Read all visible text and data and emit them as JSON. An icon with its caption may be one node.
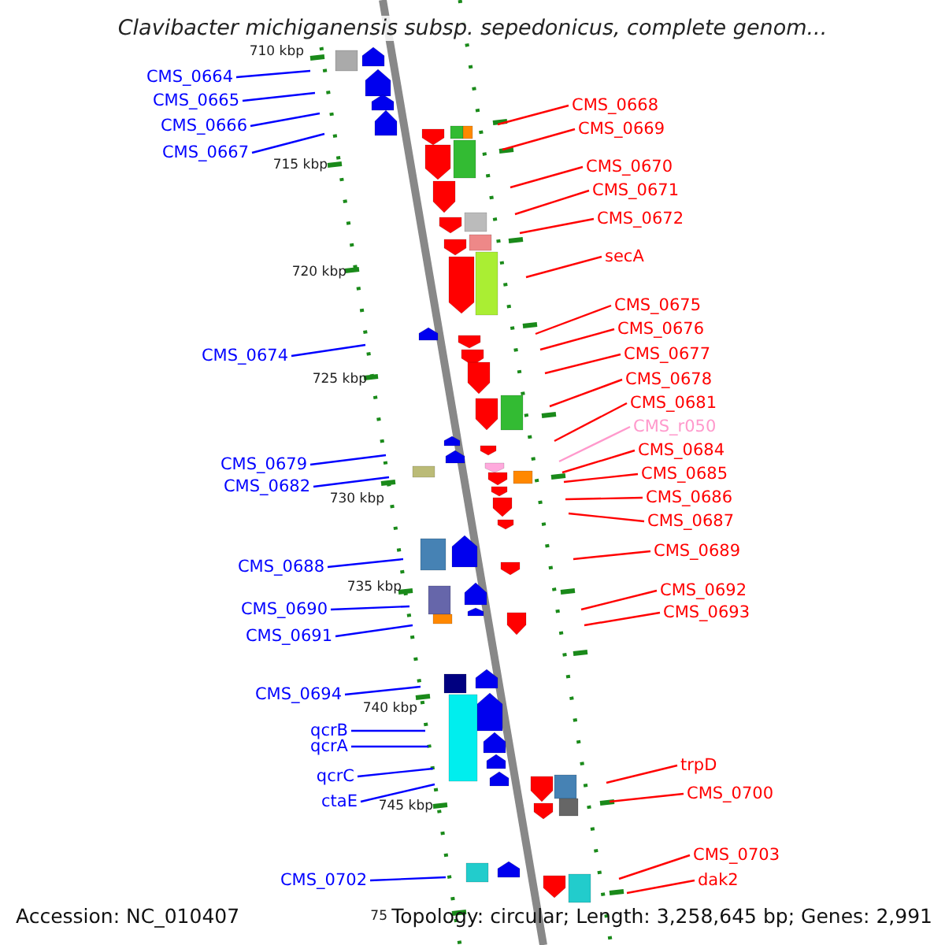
{
  "diagram": {
    "title": "Clavibacter michiganensis subsp. sepedonicus, complete genom...",
    "nodes": [
      {
        "text": [
          "CMS_0664"
        ]
      },
      {
        "text": [
          "CMS_0665"
        ]
      },
      {
        "text": [
          "CMS_0666"
        ]
      },
      {
        "text": [
          "CMS_0667"
        ]
      },
      {
        "text": [
          "CMS_0674"
        ]
      },
      {
        "text": [
          "CMS_0679"
        ]
      },
      {
        "text": [
          "CMS_0682"
        ]
      },
      {
        "text": [
          "CMS_0688"
        ]
      },
      {
        "text": [
          "CMS_0690"
        ]
      },
      {
        "text": [
          "CMS_0691"
        ]
      },
      {
        "text": [
          "CMS_0694"
        ]
      },
      {
        "text": [
          "qcrB"
        ]
      },
      {
        "text": [
          "qcrA"
        ]
      },
      {
        "text": [
          "qcrC"
        ]
      },
      {
        "text": [
          "ctaE"
        ]
      },
      {
        "text": [
          "CMS_0702"
        ]
      },
      {
        "text": [
          "CMS_0668"
        ]
      },
      {
        "text": [
          "CMS_0669"
        ]
      },
      {
        "text": [
          "CMS_0670"
        ]
      },
      {
        "text": [
          "CMS_0671"
        ]
      },
      {
        "text": [
          "CMS_0672"
        ]
      },
      {
        "text": [
          "secA"
        ]
      },
      {
        "text": [
          "CMS_0675"
        ]
      },
      {
        "text": [
          "CMS_0676"
        ]
      },
      {
        "text": [
          "CMS_0677"
        ]
      },
      {
        "text": [
          "CMS_0678"
        ]
      },
      {
        "text": [
          "CMS_0681"
        ]
      },
      {
        "text": [
          "CMS_r050"
        ]
      },
      {
        "text": [
          "CMS_0684"
        ]
      },
      {
        "text": [
          "CMS_0685"
        ]
      },
      {
        "text": [
          "CMS_0686"
        ]
      },
      {
        "text": [
          "CMS_0687"
        ]
      },
      {
        "text": [
          "CMS_0689"
        ]
      },
      {
        "text": [
          "CMS_0692"
        ]
      },
      {
        "text": [
          "CMS_0693"
        ]
      },
      {
        "text": [
          "trpD"
        ]
      },
      {
        "text": [
          "CMS_0700"
        ]
      },
      {
        "text": [
          "CMS_0703"
        ]
      },
      {
        "text": [
          "dak2"
        ]
      }
    ],
    "edges": [
      {
        "from": 0,
        "to": null,
        "arrow": "none",
        "color": "#0000ff"
      },
      {
        "from": 1,
        "to": null,
        "arrow": "none",
        "color": "#0000ff"
      },
      {
        "from": 2,
        "to": null,
        "arrow": "none",
        "color": "#0000ff"
      },
      {
        "from": 3,
        "to": null,
        "arrow": "none",
        "color": "#0000ff"
      },
      {
        "from": 4,
        "to": null,
        "arrow": "none",
        "color": "#0000ff"
      },
      {
        "from": 5,
        "to": null,
        "arrow": "none",
        "color": "#0000ff"
      },
      {
        "from": 6,
        "to": null,
        "arrow": "none",
        "color": "#0000ff"
      },
      {
        "from": 7,
        "to": null,
        "arrow": "none",
        "color": "#0000ff"
      },
      {
        "from": 8,
        "to": null,
        "arrow": "none",
        "color": "#0000ff"
      },
      {
        "from": 9,
        "to": null,
        "arrow": "none",
        "color": "#0000ff"
      },
      {
        "from": 10,
        "to": null,
        "arrow": "none",
        "color": "#0000ff"
      },
      {
        "from": 11,
        "to": null,
        "arrow": "none",
        "color": "#0000ff"
      },
      {
        "from": 12,
        "to": null,
        "arrow": "none",
        "color": "#0000ff"
      },
      {
        "from": 13,
        "to": null,
        "arrow": "none",
        "color": "#0000ff"
      },
      {
        "from": 14,
        "to": null,
        "arrow": "none",
        "color": "#0000ff"
      },
      {
        "from": 15,
        "to": null,
        "arrow": "none",
        "color": "#0000ff"
      },
      {
        "from": 16,
        "to": null,
        "arrow": "none"
      },
      {
        "from": 17,
        "to": null,
        "arrow": "none"
      },
      {
        "from": 18,
        "to": null,
        "arrow": "none"
      },
      {
        "from": 19,
        "to": null,
        "arrow": "none"
      },
      {
        "from": 20,
        "to": null,
        "arrow": "none"
      },
      {
        "from": 21,
        "to": null,
        "arrow": "none"
      },
      {
        "from": 22,
        "to": null,
        "arrow": "none"
      },
      {
        "from": 23,
        "to": null,
        "arrow": "none"
      },
      {
        "from": 24,
        "to": null,
        "arrow": "none"
      },
      {
        "from": 25,
        "to": null,
        "arrow": "none"
      },
      {
        "from": 26,
        "to": null,
        "arrow": "none"
      },
      {
        "from": 27,
        "to": null,
        "arrow": "none",
        "color": "#ff99cc"
      },
      {
        "from": 28,
        "to": null,
        "arrow": "none"
      },
      {
        "from": 29,
        "to": null,
        "arrow": "none"
      },
      {
        "from": 30,
        "to": null,
        "arrow": "none"
      },
      {
        "from": 31,
        "to": null,
        "arrow": "none"
      },
      {
        "from": 32,
        "to": null,
        "arrow": "none"
      },
      {
        "from": 33,
        "to": null,
        "arrow": "none"
      },
      {
        "from": 34,
        "to": null,
        "arrow": "none"
      },
      {
        "from": 35,
        "to": null,
        "arrow": "none"
      },
      {
        "from": 36,
        "to": null,
        "arrow": "none"
      },
      {
        "from": 37,
        "to": null,
        "arrow": "none"
      },
      {
        "from": 38,
        "to": null,
        "arrow": "none"
      }
    ],
    "labels": [
      "710 kbp",
      "715 kbp",
      "720 kbp",
      "725 kbp",
      "730 kbp",
      "735 kbp",
      "740 kbp",
      "745 kbp",
      "75",
      "Accession: NC_010407",
      "Topology: circular; Length: 3,258,645 bp; Genes: 2,991"
    ]
  }
}
